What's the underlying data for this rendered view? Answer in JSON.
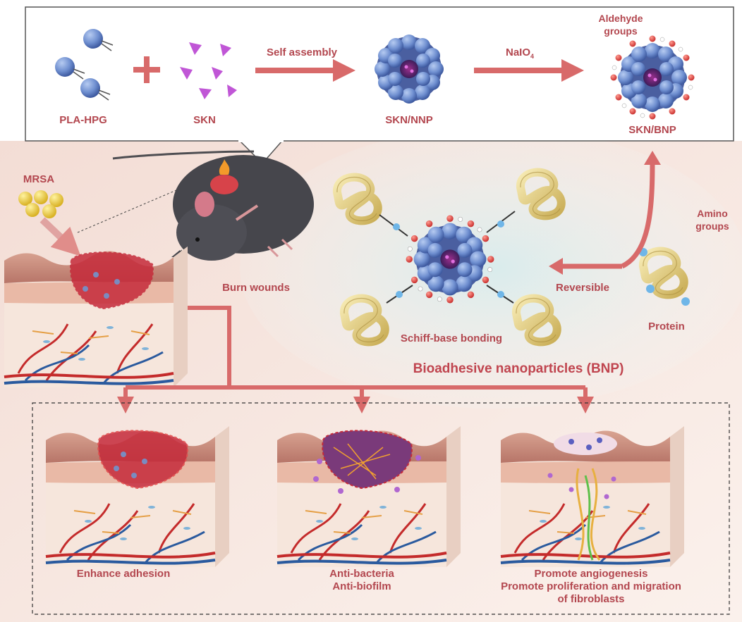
{
  "labels": {
    "pla_hpg": "PLA-HPG",
    "skn": "SKN",
    "self_assembly": "Self assembly",
    "naio4_main": "NaIO",
    "naio4_sub": "4",
    "skn_nnp": "SKN/NNP",
    "aldehyde_line1": "Aldehyde",
    "aldehyde_line2": "groups",
    "skn_bnp": "SKN/BNP",
    "mrsa": "MRSA",
    "burn_wounds": "Burn wounds",
    "amino_line1": "Amino",
    "amino_line2": "groups",
    "reversible": "Reversible",
    "protein": "Protein",
    "schiff_base": "Schiff-base bonding",
    "bnp_title": "Bioadhesive nanoparticles (BNP)",
    "enhance_adhesion": "Enhance adhesion",
    "anti_bacteria": "Anti-bacteria",
    "anti_biofilm": "Anti-biofilm",
    "angiogenesis": "Promote angiogenesis",
    "proliferation": "Promote proliferation and migration",
    "fibroblasts": "of fibroblasts"
  },
  "colors": {
    "accent": "#b3474f",
    "arrow": "#d86a6a",
    "nanoparticle": "#6f8fd0",
    "aldehyde": "#d9484a",
    "protein": "#e8d58a",
    "skn_drug": "#c056d6",
    "mrsa": "#e8c83a",
    "skin_top": "#c98f80",
    "dermis": "#f6e6dc"
  }
}
